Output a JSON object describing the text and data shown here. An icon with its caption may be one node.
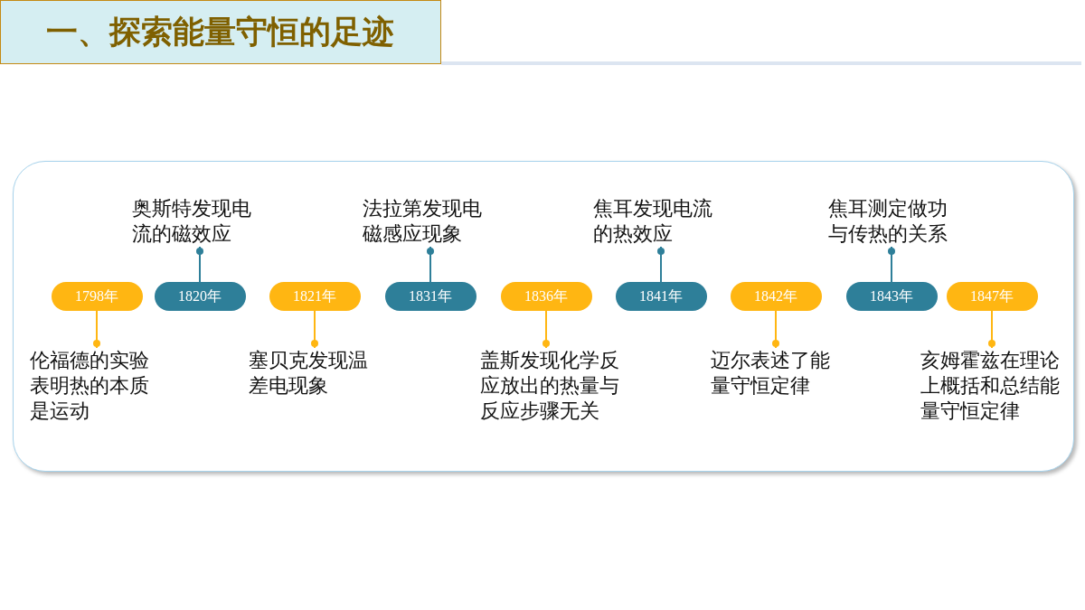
{
  "diagram": {
    "title": "一、探索能量守恒的足迹",
    "nodes": [
      {
        "text": [],
        "shape": "box"
      },
      {
        "text": [
          "1798年"
        ],
        "in": 0
      },
      {
        "text": [
          "伦福德的实验表明热的本质是运动"
        ],
        "in": 0
      },
      {
        "text": [
          "1820年"
        ],
        "in": 0
      },
      {
        "text": [
          "奥斯特发现电流的磁效应"
        ],
        "in": 0
      },
      {
        "text": [
          "1821年"
        ],
        "in": 0
      },
      {
        "text": [
          "塞贝克发现温差电现象"
        ],
        "in": 0
      },
      {
        "text": [
          "1831年"
        ],
        "in": 0
      },
      {
        "text": [
          "法拉第发现电磁感应现象"
        ],
        "in": 0
      },
      {
        "text": [
          "1836年"
        ],
        "in": 0
      },
      {
        "text": [
          "盖斯发现化学反应放出的热量与反应步骤无关"
        ],
        "in": 0
      },
      {
        "text": [
          "1841年"
        ],
        "in": 0
      },
      {
        "text": [
          "焦耳发现电流的热效应"
        ],
        "in": 0
      },
      {
        "text": [
          "1842年"
        ],
        "in": 0
      },
      {
        "text": [
          "迈尔表述了能量守恒定律"
        ],
        "in": 0
      },
      {
        "text": [
          "1843年"
        ],
        "in": 0
      },
      {
        "text": [
          "焦耳测定做功与传热的关系"
        ],
        "in": 0
      },
      {
        "text": [
          "1847年"
        ],
        "in": 0
      },
      {
        "text": [
          "亥姆霍兹在理论上概括和总结能量守恒定律"
        ],
        "in": 0
      }
    ],
    "edges": [
      {
        "from": 1,
        "to": 2,
        "arrow": "other"
      },
      {
        "from": 3,
        "to": 4,
        "arrow": "other",
        "color": "#2e7f99"
      },
      {
        "from": 5,
        "to": 6,
        "arrow": "other"
      },
      {
        "from": 7,
        "to": 8,
        "arrow": "other",
        "color": "#2e7f99"
      },
      {
        "from": 9,
        "to": 10,
        "arrow": "other"
      },
      {
        "from": 11,
        "to": 12,
        "arrow": "other",
        "color": "#2e7f99"
      },
      {
        "from": 13,
        "to": 14,
        "arrow": "other"
      },
      {
        "from": 15,
        "to": 16,
        "arrow": "other",
        "color": "#2e7f99"
      },
      {
        "from": 17,
        "to": 18,
        "arrow": "other"
      }
    ]
  }
}
